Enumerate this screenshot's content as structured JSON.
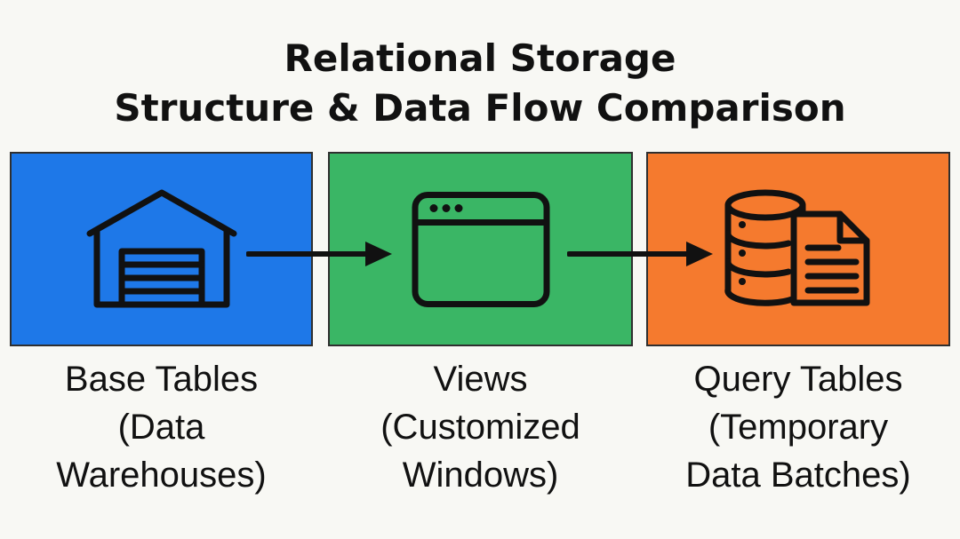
{
  "title": {
    "line1": "Relational Storage",
    "line2": "Structure & Data Flow Comparison"
  },
  "colors": {
    "background": "#f8f8f4",
    "base_tables": "#1e78e8",
    "views": "#3ab665",
    "query_tables": "#f57a2e",
    "ink": "#111111"
  },
  "stages": [
    {
      "icon": "warehouse-icon",
      "label_lines": [
        "Base Tables",
        "(Data",
        "Warehouses)"
      ]
    },
    {
      "icon": "browser-window-icon",
      "label_lines": [
        "Views",
        "(Customized",
        "Windows)"
      ]
    },
    {
      "icon": "database-document-icon",
      "label_lines": [
        "Query Tables",
        "(Temporary",
        "Data Batches)"
      ]
    }
  ],
  "flow": [
    {
      "from": "Base Tables",
      "to": "Views",
      "icon": "arrow-right-icon"
    },
    {
      "from": "Views",
      "to": "Query Tables",
      "icon": "arrow-right-icon"
    }
  ]
}
